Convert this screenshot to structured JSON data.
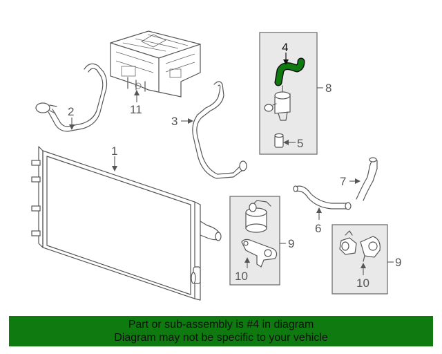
{
  "diagram": {
    "callouts": {
      "c1": "1",
      "c2": "2",
      "c3": "3",
      "c4": "4",
      "c5": "5",
      "c6": "6",
      "c7": "7",
      "c8": "8",
      "c9a": "9",
      "c9b": "9",
      "c10a": "10",
      "c10b": "10",
      "c11": "11"
    },
    "highlight_color": "#0f7a10"
  },
  "banner": {
    "line1": "Part or sub-assembly is #4 in diagram",
    "line2": "Diagram may not be specific to your vehicle",
    "background": "#0f7a10"
  }
}
